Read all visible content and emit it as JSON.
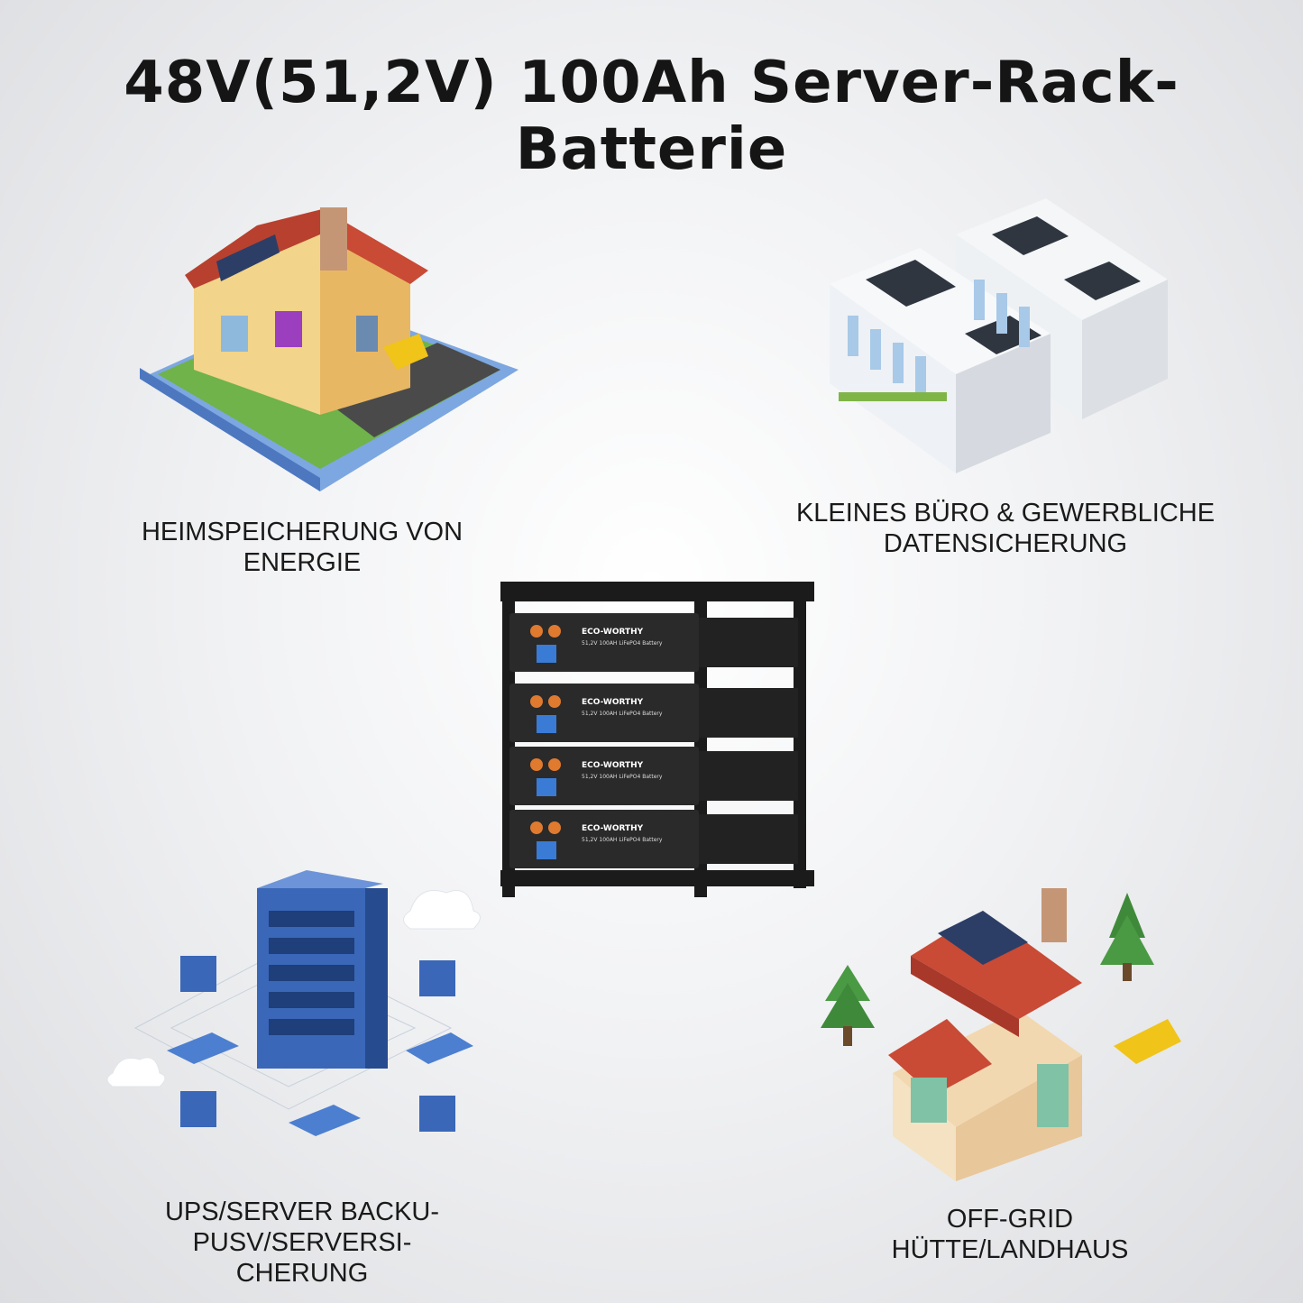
{
  "title": "48V(51,2V) 100Ah Server-Rack-Batterie",
  "captions": {
    "home": [
      "HEIMSPEICHERUNG VON",
      "ENERGIE"
    ],
    "office": [
      "KLEINES BÜRO & GEWERBLICHE",
      "DATENSICHERUNG"
    ],
    "ups": [
      "UPS/SERVER BACKU-",
      "PUSV/SERVERSI-",
      "CHERUNG"
    ],
    "offgrid": [
      "OFF-GRID",
      "HÜTTE/LANDHAUS"
    ]
  },
  "battery": {
    "brand": "ECO-WORTHY",
    "model_label": "51,2V 100AH LiFePO4 Battery",
    "module_count": 4
  },
  "colors": {
    "roof": "#b8402f",
    "wall": "#f2d48a",
    "server_blue": "#3a67b8",
    "building_white": "#f4f6f8",
    "rack_black": "#1b1b1b"
  }
}
